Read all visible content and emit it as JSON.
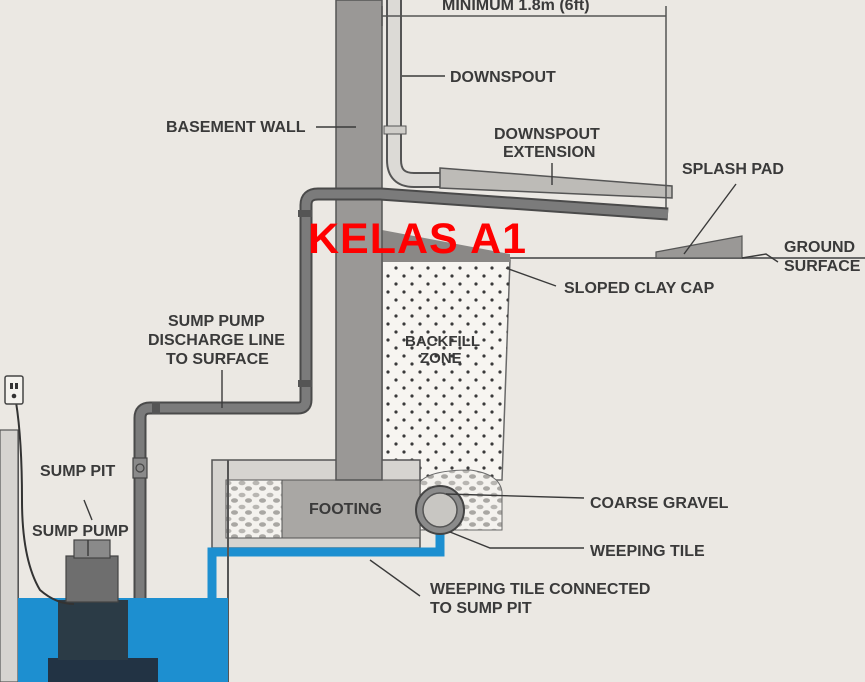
{
  "labels": {
    "minimum": "MINIMUM 1.8m (6ft)",
    "downspout": "DOWNSPOUT",
    "basement_wall": "BASEMENT WALL",
    "downspout_extension": [
      "DOWNSPOUT",
      "EXTENSION"
    ],
    "splash_pad": "SPLASH PAD",
    "ground_surface": [
      "GROUND",
      "SURFACE"
    ],
    "sloped_clay_cap": "SLOPED CLAY CAP",
    "discharge_line": [
      "SUMP PUMP",
      "DISCHARGE LINE",
      "TO SURFACE"
    ],
    "backfill_zone": [
      "BACKFILL",
      "ZONE"
    ],
    "sump_pit": "SUMP PIT",
    "sump_pump": "SUMP PUMP",
    "footing": "FOOTING",
    "coarse_gravel": "COARSE GRAVEL",
    "weeping_tile": "WEEPING TILE",
    "weeping_tile_connected": [
      "WEEPING TILE CONNECTED",
      "TO SUMP PIT"
    ]
  },
  "watermark": "KELAS A1",
  "colors": {
    "background": "#ebe8e3",
    "concrete": "#9a9896",
    "pipe": "#6e6e6e",
    "water": "#1d8fd0",
    "watermark": "#ff0000"
  },
  "icons": [
    "electrical-outlet-icon"
  ]
}
